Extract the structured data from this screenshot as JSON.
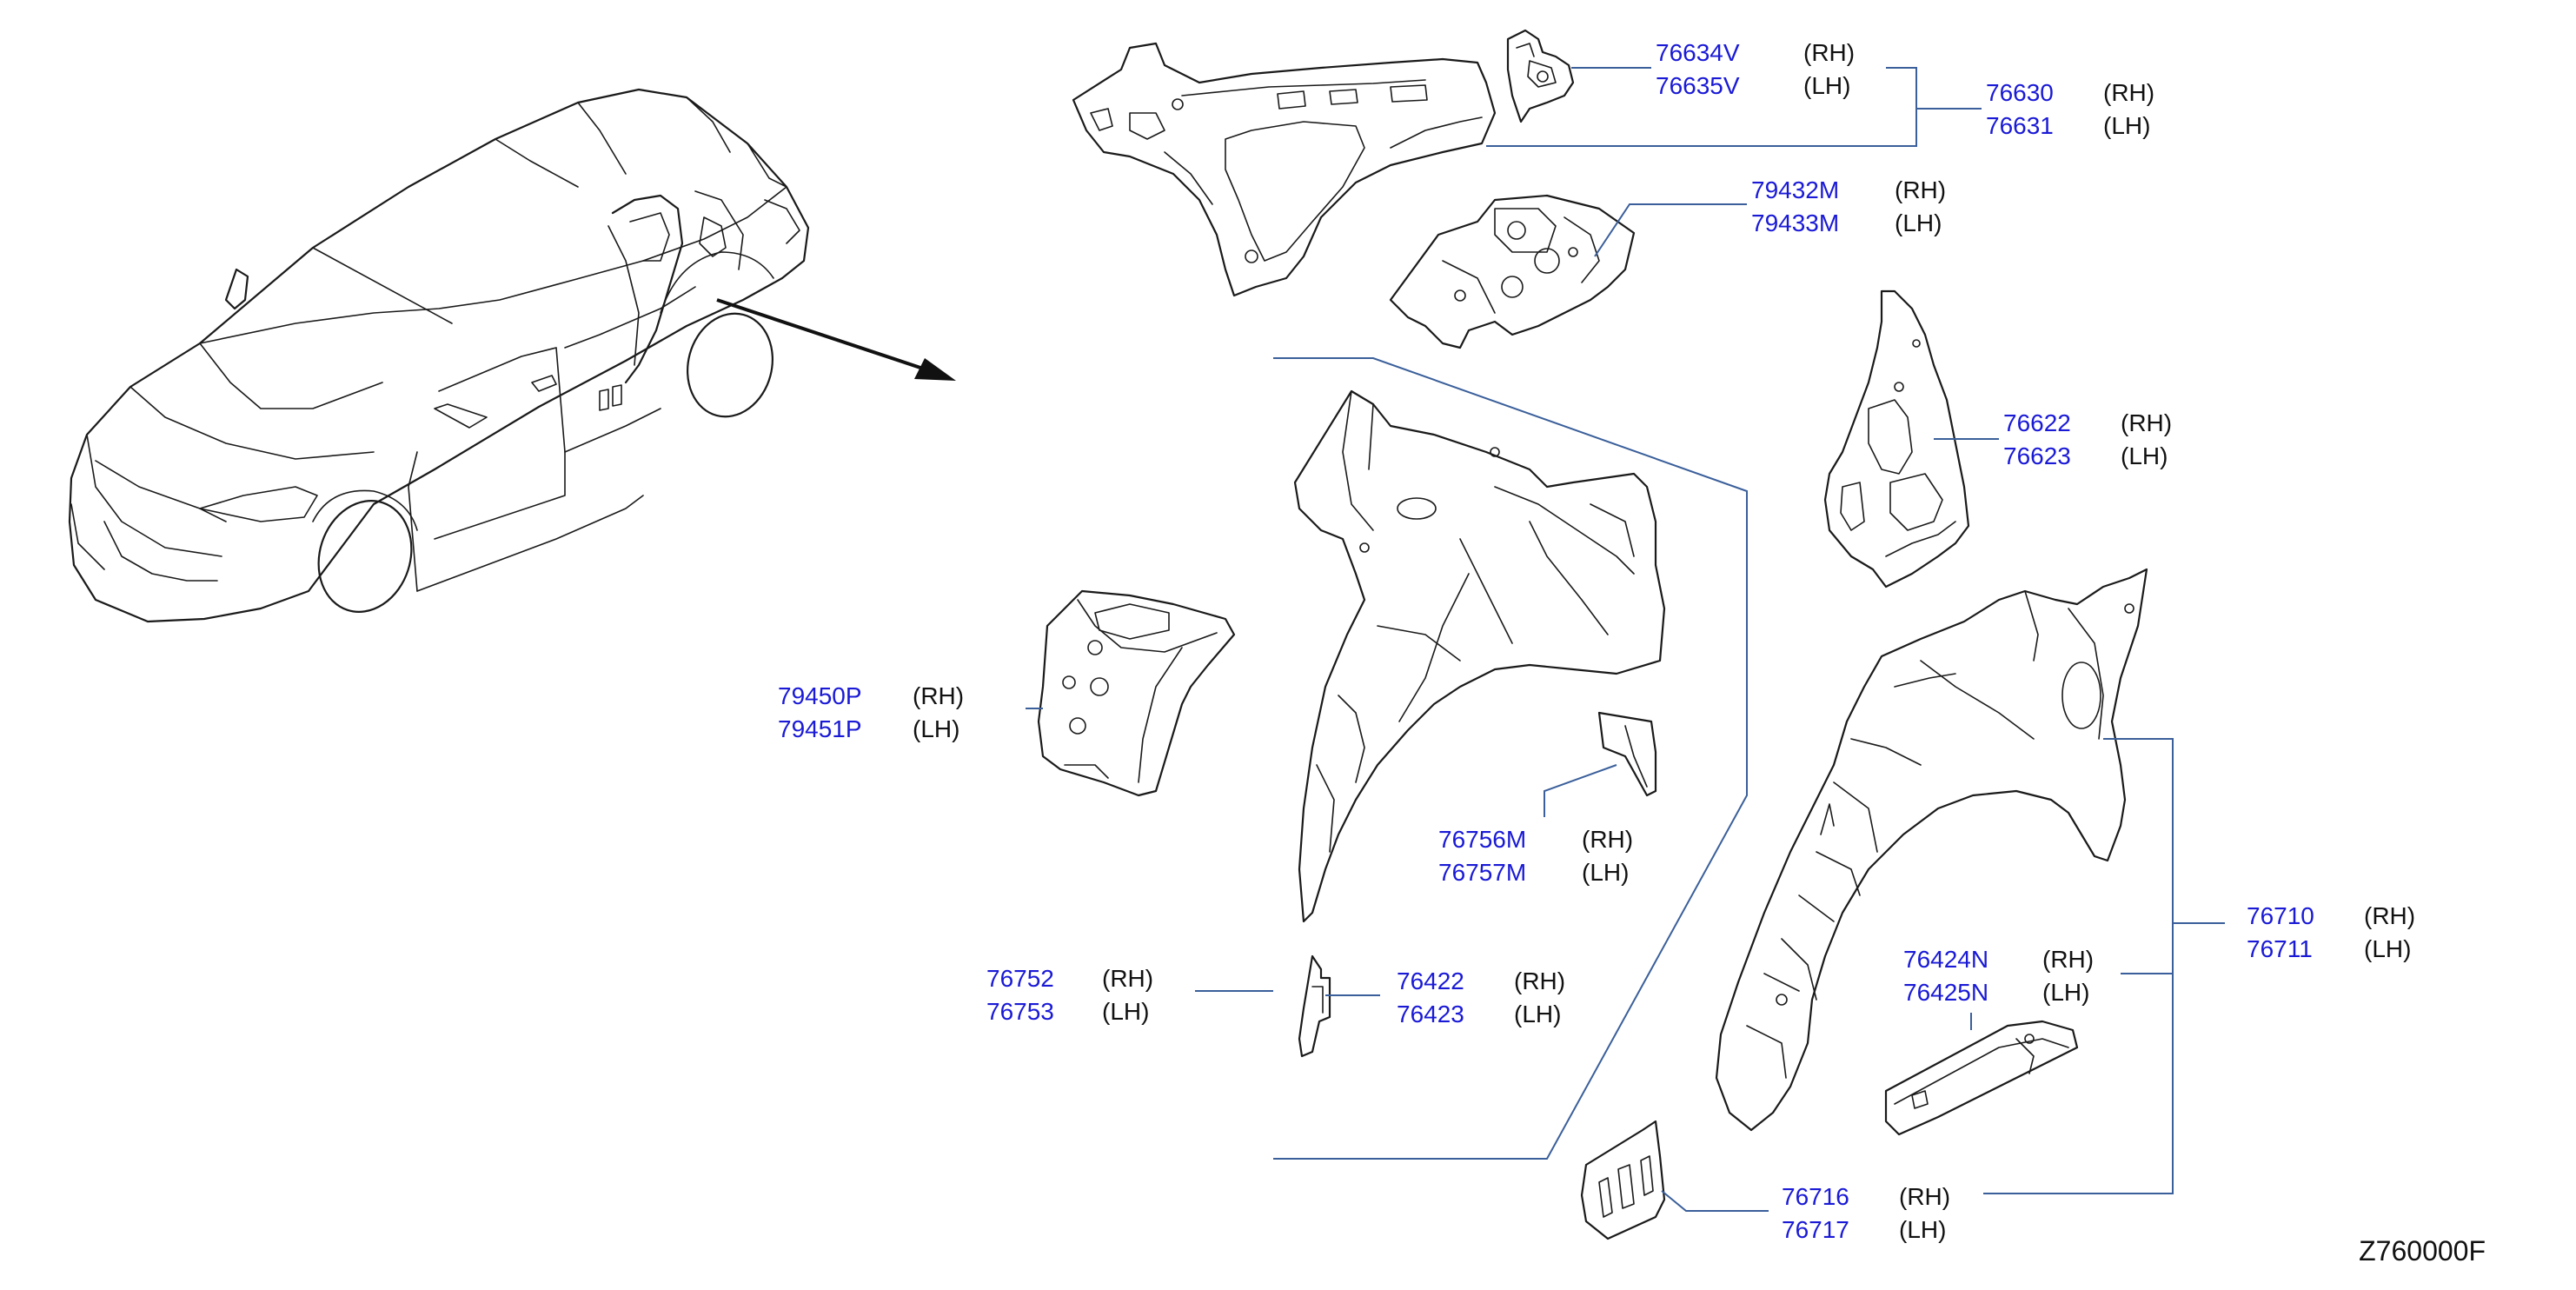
{
  "diagram_code": "Z760000F",
  "callouts": [
    {
      "id": "c1",
      "rh": "76634V",
      "lh": "76635V",
      "rh_tag": "(RH)",
      "lh_tag": "(LH)"
    },
    {
      "id": "c2",
      "rh": "76630",
      "lh": "76631",
      "rh_tag": "(RH)",
      "lh_tag": "(LH)"
    },
    {
      "id": "c3",
      "rh": "79432M",
      "lh": "79433M",
      "rh_tag": "(RH)",
      "lh_tag": "(LH)"
    },
    {
      "id": "c4",
      "rh": "76622",
      "lh": "76623",
      "rh_tag": "(RH)",
      "lh_tag": "(LH)"
    },
    {
      "id": "c5",
      "rh": "79450P",
      "lh": "79451P",
      "rh_tag": "(RH)",
      "lh_tag": "(LH)"
    },
    {
      "id": "c6",
      "rh": "76756M",
      "lh": "76757M",
      "rh_tag": "(RH)",
      "lh_tag": "(LH)"
    },
    {
      "id": "c7",
      "rh": "76710",
      "lh": "76711",
      "rh_tag": "(RH)",
      "lh_tag": "(LH)"
    },
    {
      "id": "c8",
      "rh": "76752",
      "lh": "76753",
      "rh_tag": "(RH)",
      "lh_tag": "(LH)"
    },
    {
      "id": "c9",
      "rh": "76422",
      "lh": "76423",
      "rh_tag": "(RH)",
      "lh_tag": "(LH)"
    },
    {
      "id": "c10",
      "rh": "76424N",
      "lh": "76425N",
      "rh_tag": "(RH)",
      "lh_tag": "(LH)"
    },
    {
      "id": "c11",
      "rh": "76716",
      "lh": "76717",
      "rh_tag": "(RH)",
      "lh_tag": "(LH)"
    }
  ]
}
